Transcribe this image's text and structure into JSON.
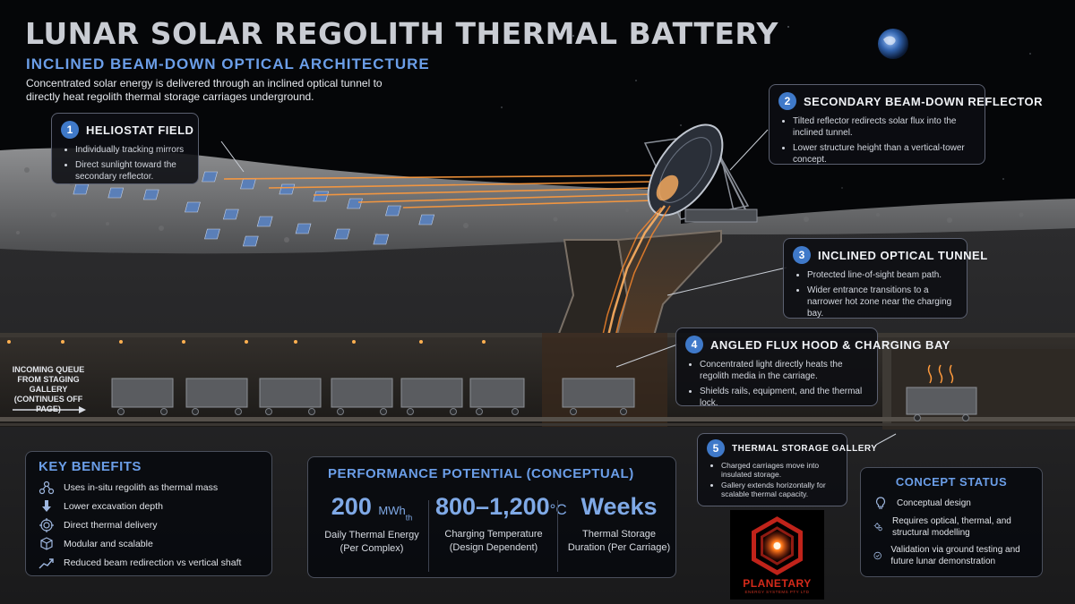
{
  "header": {
    "title": "LUNAR SOLAR REGOLITH THERMAL BATTERY",
    "subtitle": "INCLINED BEAM-DOWN OPTICAL ARCHITECTURE",
    "intro": "Concentrated solar energy is delivered through an inclined optical tunnel to directly heat regolith thermal storage carriages underground."
  },
  "callouts": [
    {
      "num": "1",
      "title": "HELIOSTAT FIELD",
      "bullets": [
        "Individually tracking mirrors",
        "Direct sunlight toward the secondary reflector."
      ]
    },
    {
      "num": "2",
      "title": "SECONDARY BEAM-DOWN REFLECTOR",
      "bullets": [
        "Tilted reflector redirects solar flux into the inclined tunnel.",
        "Lower structure height than a vertical-tower concept."
      ]
    },
    {
      "num": "3",
      "title": "INCLINED OPTICAL TUNNEL",
      "bullets": [
        "Protected line-of-sight beam path.",
        "Wider entrance transitions to a narrower hot zone near the charging bay."
      ]
    },
    {
      "num": "4",
      "title": "ANGLED FLUX HOOD & CHARGING BAY",
      "bullets": [
        "Concentrated light directly heats the regolith media in the carriage.",
        "Shields rails, equipment, and the thermal lock."
      ]
    },
    {
      "num": "5",
      "title": "THERMAL STORAGE GALLERY",
      "bullets": [
        "Charged carriages move into insulated storage.",
        "Gallery extends horizontally for scalable thermal capacity."
      ]
    }
  ],
  "queue_label": {
    "line1": "INCOMING QUEUE",
    "line2": "FROM STAGING GALLERY",
    "line3": "(CONTINUES OFF PAGE)"
  },
  "key_benefits": {
    "title": "KEY BENEFITS",
    "items": [
      {
        "icon": "molecule-icon",
        "text": "Uses in-situ regolith as thermal mass"
      },
      {
        "icon": "arrow-down-icon",
        "text": "Lower excavation depth"
      },
      {
        "icon": "target-icon",
        "text": "Direct thermal delivery"
      },
      {
        "icon": "cubes-icon",
        "text": "Modular and scalable"
      },
      {
        "icon": "trend-up-icon",
        "text": "Reduced beam redirection vs vertical shaft"
      }
    ]
  },
  "performance": {
    "title": "PERFORMANCE POTENTIAL (CONCEPTUAL)",
    "metrics": [
      {
        "value": "200",
        "unit": "MWh",
        "unit_sub": "th",
        "caption1": "Daily Thermal Energy",
        "caption2": "(Per Complex)"
      },
      {
        "value": "800–1,200",
        "unit": "°C",
        "unit_sub": "",
        "caption1": "Charging Temperature",
        "caption2": "(Design Dependent)"
      },
      {
        "value": "Weeks",
        "unit": "",
        "unit_sub": "",
        "caption1": "Thermal Storage",
        "caption2": "Duration (Per Carriage)"
      }
    ]
  },
  "concept_status": {
    "title": "CONCEPT STATUS",
    "items": [
      {
        "icon": "lightbulb-icon",
        "text": "Conceptual design"
      },
      {
        "icon": "gears-icon",
        "text": "Requires optical, thermal, and structural modelling"
      },
      {
        "icon": "check-circle-icon",
        "text": "Validation via ground testing and future lunar demonstration"
      }
    ]
  },
  "logo": {
    "name": "PLANETARY",
    "tagline": "ENERGY SYSTEMS PTY LTD"
  },
  "colors": {
    "accent_blue": "#6b9ee8",
    "badge_blue": "#3f79c9",
    "beam_orange": "#ff9a3c",
    "logo_red": "#d42a1a"
  }
}
